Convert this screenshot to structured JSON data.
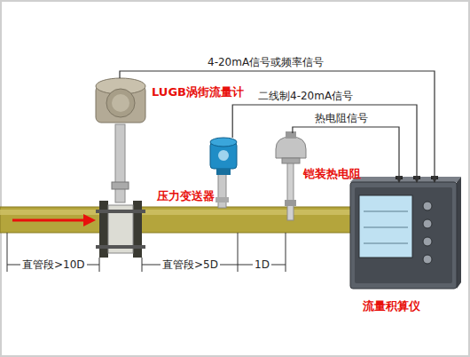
{
  "diagram": {
    "nodes": [
      {
        "text": [
          "LUGB涡街流量计"
        ]
      },
      {
        "text": [
          "压力变送器"
        ]
      },
      {
        "text": [
          "铠装热电阻"
        ]
      },
      {
        "text": [
          "流量积算仪"
        ]
      }
    ],
    "edges": [
      {
        "from": 0,
        "to": 3,
        "label": "4-20mA信号或频率信号",
        "arrow": "to"
      },
      {
        "from": 1,
        "to": 3,
        "label": "二线制4-20mA信号",
        "arrow": "to"
      },
      {
        "from": 2,
        "to": 3,
        "label": "热电阻信号",
        "arrow": "to"
      }
    ],
    "labels": [
      "直管段>10D",
      "直管段>5D",
      "1D"
    ]
  }
}
